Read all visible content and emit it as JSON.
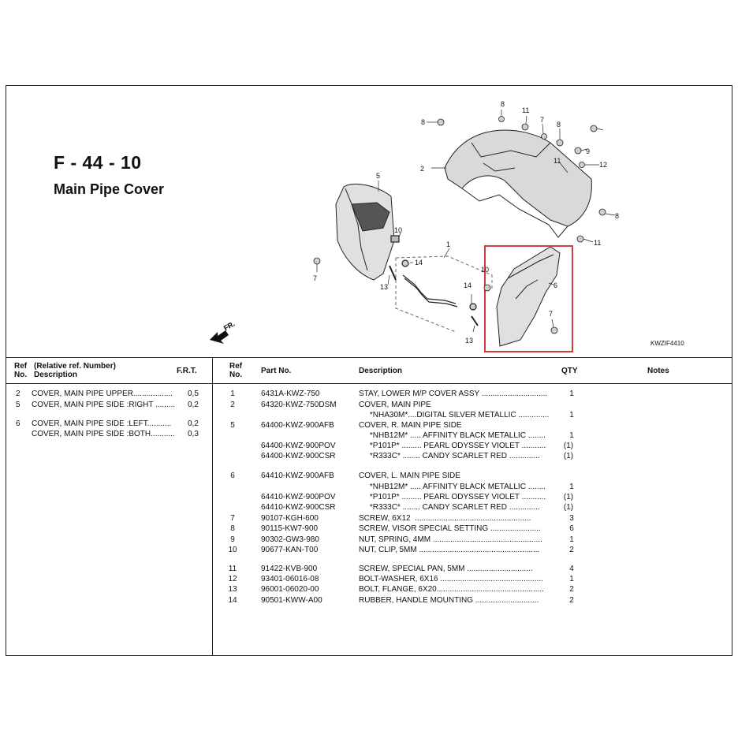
{
  "header": {
    "code": "F - 44 - 10",
    "name": "Main Pipe Cover",
    "drawing_code": "KWZIF4410",
    "front_mark": "FR."
  },
  "callouts": [
    "8",
    "11",
    "7",
    "8",
    "8",
    "9",
    "12",
    "2",
    "11",
    "5",
    "8",
    "10",
    "1",
    "14",
    "7",
    "13",
    "10",
    "14",
    "6",
    "7",
    "13",
    "11"
  ],
  "highlight_color": "#d23b3b",
  "left_table": {
    "headers": {
      "ref": "Ref\nNo.",
      "desc": "(Relative ref. Number)\nDescription",
      "frt": "F.R.T."
    },
    "rows": [
      {
        "ref": "2",
        "desc": "COVER, MAIN PIPE UPPER..................",
        "frt": "0,5"
      },
      {
        "ref": "5",
        "desc": "COVER, MAIN PIPE SIDE :RIGHT .........",
        "frt": "0,2"
      },
      {
        "ref": "6",
        "desc": "COVER, MAIN PIPE SIDE :LEFT...........",
        "frt": "0,2"
      },
      {
        "ref": "",
        "desc": "COVER, MAIN PIPE SIDE :BOTH...........",
        "frt": "0,3"
      }
    ]
  },
  "right_table": {
    "headers": {
      "ref": "Ref\nNo.",
      "part": "Part No.",
      "desc": "Description",
      "qty": "QTY",
      "notes": "Notes"
    },
    "rows": [
      {
        "ref": "1",
        "part": "6431A-KWZ-750",
        "desc": "STAY, LOWER M/P COVER ASSY ..............................",
        "qty": "1"
      },
      {
        "ref": "2",
        "part": "64320-KWZ-750DSM",
        "desc": "COVER, MAIN PIPE",
        "qty": ""
      },
      {
        "ref": "",
        "part": "",
        "desc": "     *NHA30M*....DIGITAL SILVER METALLIC ..............",
        "qty": "1"
      },
      {
        "ref": "5",
        "part": "64400-KWZ-900AFB",
        "desc": "COVER, R. MAIN PIPE SIDE",
        "qty": ""
      },
      {
        "ref": "",
        "part": "",
        "desc": "     *NHB12M* ..... AFFINITY BLACK METALLIC ........",
        "qty": "1"
      },
      {
        "ref": "",
        "part": "64400-KWZ-900POV",
        "desc": "     *P101P* ......... PEARL ODYSSEY VIOLET ...........",
        "qty": "(1)"
      },
      {
        "ref": "",
        "part": "64400-KWZ-900CSR",
        "desc": "     *R333C* ........ CANDY SCARLET RED ..............",
        "qty": "(1)"
      },
      {
        "ref": "6",
        "part": "64410-KWZ-900AFB",
        "desc": "COVER, L. MAIN PIPE SIDE",
        "qty": ""
      },
      {
        "ref": "",
        "part": "",
        "desc": "     *NHB12M* ..... AFFINITY BLACK METALLIC ........",
        "qty": "1"
      },
      {
        "ref": "",
        "part": "64410-KWZ-900POV",
        "desc": "     *P101P* ......... PEARL ODYSSEY VIOLET ...........",
        "qty": "(1)"
      },
      {
        "ref": "",
        "part": "64410-KWZ-900CSR",
        "desc": "     *R333C* ........ CANDY SCARLET RED ..............",
        "qty": "(1)"
      },
      {
        "ref": "7",
        "part": "90107-KGH-600",
        "desc": "SCREW, 6X12  .....................................................",
        "qty": "3"
      },
      {
        "ref": "8",
        "part": "90115-KW7-900",
        "desc": "SCREW, VISOR SPECIAL SETTING .......................",
        "qty": "6"
      },
      {
        "ref": "9",
        "part": "90302-GW3-980",
        "desc": "NUT, SPRING, 4MM ..................................................",
        "qty": "1"
      },
      {
        "ref": "10",
        "part": "90677-KAN-T00",
        "desc": "NUT, CLIP, 5MM .......................................................",
        "qty": "2"
      },
      {
        "ref": "11",
        "part": "91422-KVB-900",
        "desc": "SCREW, SPECIAL PAN, 5MM ..............................",
        "qty": "4"
      },
      {
        "ref": "12",
        "part": "93401-06016-08",
        "desc": "BOLT-WASHER, 6X16 ...............................................",
        "qty": "1"
      },
      {
        "ref": "13",
        "part": "96001-06020-00",
        "desc": "BOLT, FLANGE, 6X20.................................................",
        "qty": "2"
      },
      {
        "ref": "14",
        "part": "90501-KWW-A00",
        "desc": "RUBBER, HANDLE MOUNTING .............................",
        "qty": "2"
      }
    ]
  }
}
